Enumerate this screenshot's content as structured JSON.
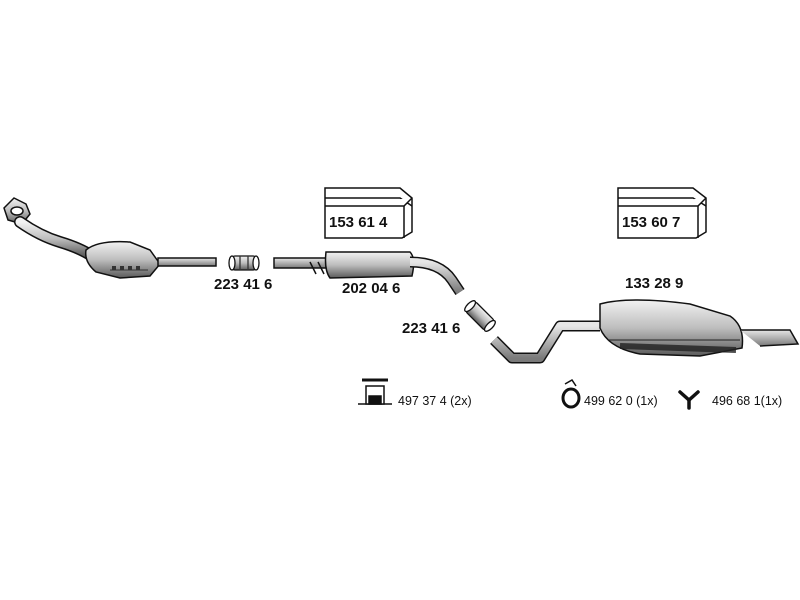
{
  "parts": {
    "pipe_connector_1": "223 41 6",
    "middle_silencer": "202 04 6",
    "pipe_connector_2": "223 41 6",
    "rear_silencer": "133 28 9"
  },
  "kits": {
    "kit_front": "153 61 4",
    "kit_rear": "153 60 7"
  },
  "accessories": {
    "rubber_mount": "497 37 4 (2x)",
    "rubber_ring": "499 62 0 (1x)",
    "hanger": "496 68 1(1x)"
  },
  "colors": {
    "line": "#111111",
    "metal_light": "#d9d9d9",
    "metal_mid": "#a8a8a8",
    "metal_dark": "#555555"
  }
}
